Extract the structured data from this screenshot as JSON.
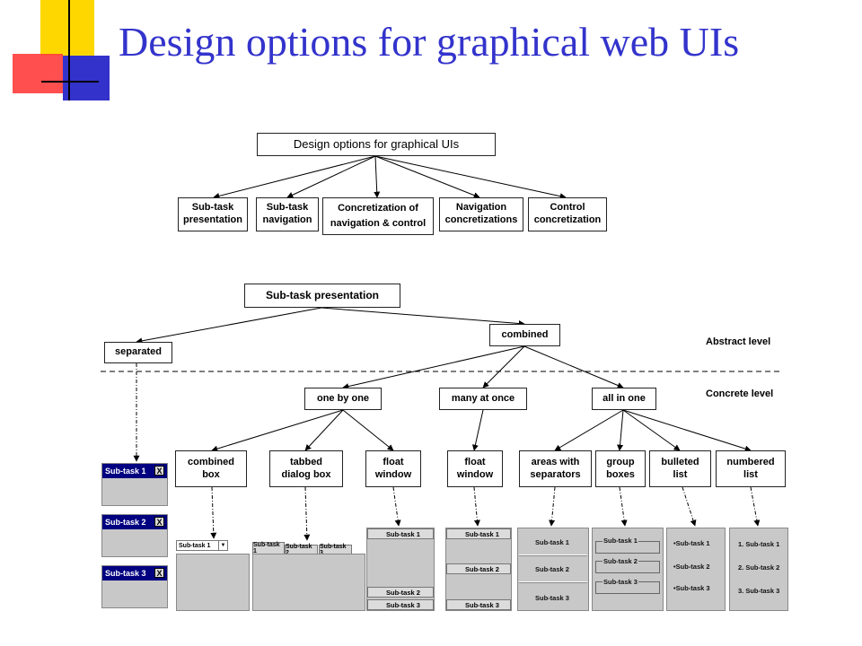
{
  "slide": {
    "title": "Design options for graphical web UIs"
  },
  "colors": {
    "title": "#3333cc",
    "deco_yellow": "#ffd700",
    "deco_red": "#ff4040",
    "deco_blue": "#3333cc",
    "window_title": "#000080",
    "mock_gray": "#c8c8c8"
  },
  "top_tree": {
    "root": "Design options for graphical UIs",
    "children": [
      [
        "Sub-task",
        "presentation"
      ],
      [
        "Sub-task",
        "navigation"
      ],
      [
        "Concretization of",
        "navigation & control"
      ],
      [
        "Navigation",
        "concretizations"
      ],
      [
        "Control",
        "concretization"
      ]
    ]
  },
  "bottom_tree": {
    "root": "Sub-task presentation",
    "separated": "separated",
    "combined": "combined",
    "abstract_level": "Abstract level",
    "concrete_level": "Concrete level",
    "modes": [
      "one by one",
      "many at once",
      "all in one"
    ],
    "leaves": [
      [
        "combined",
        "box"
      ],
      [
        "tabbed",
        "dialog box"
      ],
      [
        "float",
        "window"
      ],
      [
        "float",
        "window"
      ],
      [
        "areas with",
        "separators"
      ],
      [
        "group",
        "boxes"
      ],
      [
        "bulleted",
        "list"
      ],
      [
        "numbered",
        "list"
      ]
    ]
  },
  "mockups": {
    "separate_windows": [
      "Sub-task 1",
      "Sub-task 2",
      "Sub-task 3"
    ],
    "close_glyph": "X",
    "combo": {
      "value": "Sub-task 1",
      "arrow": "▼"
    },
    "tabs": [
      "Sub-task 1",
      "Sub-task 2",
      "Sub-task 3"
    ],
    "float_window_a": [
      "Sub-task 1",
      "Sub-task 2",
      "Sub-task 3"
    ],
    "float_window_b": [
      "Sub-task 1",
      "Sub-task 2",
      "Sub-task 3"
    ],
    "areas": [
      "Sub-task 1",
      "Sub-task 2",
      "Sub-task 3"
    ],
    "groups": [
      "Sub-task 1",
      "Sub-task 2",
      "Sub-task 3"
    ],
    "bulleted": [
      "Sub-task 1",
      "Sub-task 2",
      "Sub-task 3"
    ],
    "bullet_glyph": "•",
    "numbered": [
      "1. Sub-task 1",
      "2. Sub-task 2",
      "3. Sub-task 3"
    ]
  }
}
